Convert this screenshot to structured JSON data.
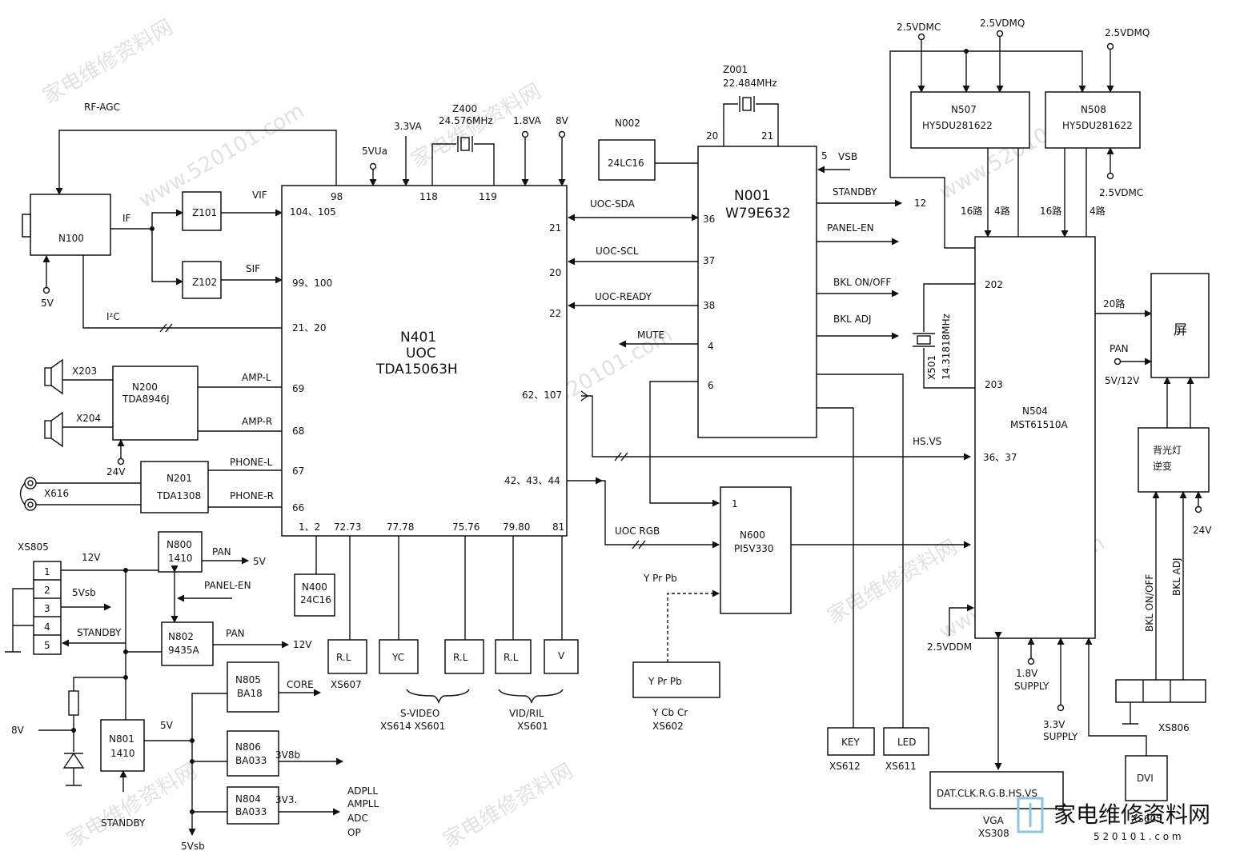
{
  "title": {
    "chip": "N401",
    "sub": "UOC",
    "part": "TDA15063H"
  },
  "mcu": {
    "ref": "N001",
    "part": "W79E632"
  },
  "scaler": {
    "ref": "N504",
    "part": "MST61510A"
  },
  "tuner": {
    "ref": "N100",
    "supply": "5V",
    "rf_agc": "RF-AGC",
    "if": "IF",
    "i2c": "I²C"
  },
  "filters": {
    "z101": "Z101",
    "z102": "Z102",
    "vif": "VIF",
    "sif": "SIF"
  },
  "n401_pins": {
    "p98": "98",
    "p118": "118",
    "p119": "119",
    "p104": "104、105",
    "p99": "99、100",
    "p21": "21、20",
    "p69": "69",
    "p68": "68",
    "p67": "67",
    "p66": "66",
    "p1": "1、2",
    "p72": "72.73",
    "p77": "77.78",
    "p75": "75.76",
    "p79": "79.80",
    "p81": "81",
    "r21": "21",
    "r20": "20",
    "r22": "22",
    "r62": "62、107",
    "r42": "42、43、44"
  },
  "n401_supplies": {
    "v5": "5VUa",
    "v33": "3.3VA",
    "v18": "1.8VA",
    "v8": "8V"
  },
  "xtal1": {
    "ref": "Z400",
    "freq": "24.576MHz"
  },
  "xtal2": {
    "ref": "Z001",
    "freq": "22.484MHz",
    "p20": "20",
    "p21": "21"
  },
  "xtal3": {
    "ref": "X501",
    "freq": "14.31818MHz"
  },
  "eeprom1": {
    "ref": "N002",
    "part": "24LC16"
  },
  "eeprom2": {
    "ref": "N400",
    "part": "24C16"
  },
  "bus": {
    "sda": "UOC-SDA",
    "scl": "UOC-SCL",
    "ready": "UOC-READY",
    "mute": "MUTE",
    "rgb": "UOC RGB",
    "hsvs": "HS.VS"
  },
  "mcu_pins": {
    "p36": "36",
    "p37": "37",
    "p38": "38",
    "p4": "4",
    "p6": "6",
    "p5": "5",
    "vsb": "VSB"
  },
  "mcu_out": {
    "standby": "STANDBY",
    "panel_en": "PANEL-EN",
    "bkl_onoff": "BKL ON/OFF",
    "bkl_adj": "BKL ADJ",
    "p12": "12"
  },
  "audio": {
    "n200": "N200",
    "n200_part": "TDA8946J",
    "n201": "N201",
    "n201_part": "TDA1308",
    "x203": "X203",
    "x204": "X204",
    "x616": "X616",
    "ampl": "AMP-L",
    "ampr": "AMP-R",
    "phonel": "PHONE-L",
    "phoner": "PHONE-R",
    "v24": "24V"
  },
  "mem": {
    "n507": "N507",
    "n507_part": "HY5DU281622",
    "n508": "N508",
    "n508_part": "HY5DU281622",
    "dmc1": "2.5VDMC",
    "dmq1": "2.5VDMQ",
    "dmq2": "2.5VDMQ",
    "dmc2": "2.5VDMC",
    "w16a": "16路",
    "w4a": "4路",
    "w16b": "16路",
    "w4b": "4路"
  },
  "scaler_pins": {
    "p202": "202",
    "p203": "203",
    "p36": "36、37",
    "vddm": "2.5VDDM",
    "s18": "1.8V",
    "s18b": "SUPPLY",
    "s33": "3.3V",
    "s33b": "SUPPLY"
  },
  "screen": {
    "label": "屏",
    "w20": "20路",
    "pan": "PAN",
    "v": "5V/12V",
    "inv1": "背光灯",
    "inv2": "逆变",
    "v24": "24V",
    "bkl_on": "BKL ON/OFF",
    "bkl_adj": "BKL ADJ"
  },
  "switch": {
    "ref": "N600",
    "part": "PI5V330",
    "p1": "1",
    "ypb": "Y Pr  Pb",
    "conn": "Y  Pr   Pb",
    "ycr": "Y   Cb   Cr",
    "xs602": "XS602"
  },
  "connectors": {
    "rl1": "R.L",
    "xs607": "XS607",
    "yc": "YC",
    "rl2": "R.L",
    "svideo": "S-VIDEO",
    "svideo_refs": "XS614  XS601",
    "rl3": "R.L",
    "v": "V",
    "vid": "VID/RIL",
    "xs601": "XS601",
    "key": "KEY",
    "xs612": "XS612",
    "led": "LED",
    "xs611": "XS611",
    "vga": "DAT.CLK.R.G.B.HS.VS",
    "vga_name": "VGA",
    "xs308": "XS308",
    "dvi": "DVI",
    "xs605": "XS605",
    "xs806": "XS806"
  },
  "power": {
    "xs805": "XS805",
    "pins": [
      "1",
      "2",
      "3",
      "4",
      "5"
    ],
    "v12": "12V",
    "v5sb": "5Vsb",
    "standby": "STANDBY",
    "n800": "N800",
    "n800_part": "1410",
    "pan": "PAN",
    "v5": "5V",
    "panel_en": "PANEL-EN",
    "n802": "N802",
    "n802_part": "9435A",
    "pan2": "PAN",
    "v12b": "12V",
    "n805": "N805",
    "n805_part": "BA18",
    "core": "CORE",
    "n806": "N806",
    "n806_part": "BA033",
    "v3v8b": "3V8b",
    "n804": "N804",
    "n804_part": "BA033",
    "v3v3": "3V3.",
    "adpll": "ADPLL",
    "ampll": "AMPLL",
    "adc": "ADC",
    "op": "OP",
    "n801": "N801",
    "n801_part": "1410",
    "v5b": "5V",
    "v8": "8V",
    "standby2": "STANDBY",
    "v5sb2": "5Vsb"
  },
  "watermark": {
    "text1": "家电维修资料网",
    "text2": "www.520101.com",
    "logo": "家电维修资料网",
    "logo_url": "5 2 0 1 0 1 . c o m"
  }
}
